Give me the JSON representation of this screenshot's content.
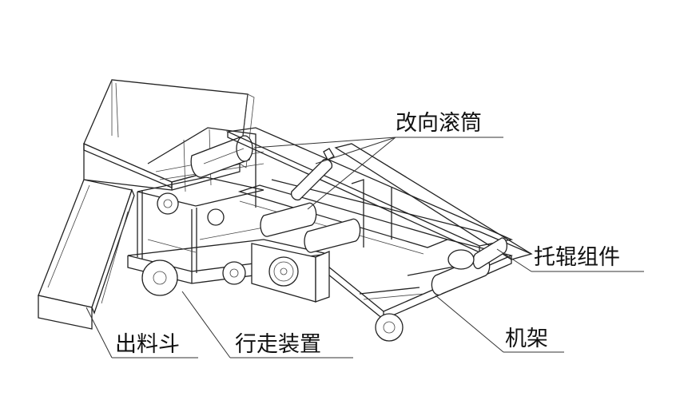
{
  "labels": {
    "redirect_drum": "改向滚筒",
    "idler_assembly": "托辊组件",
    "frame": "机架",
    "travel_device": "行走装置",
    "discharge_hopper": "出料斗"
  }
}
